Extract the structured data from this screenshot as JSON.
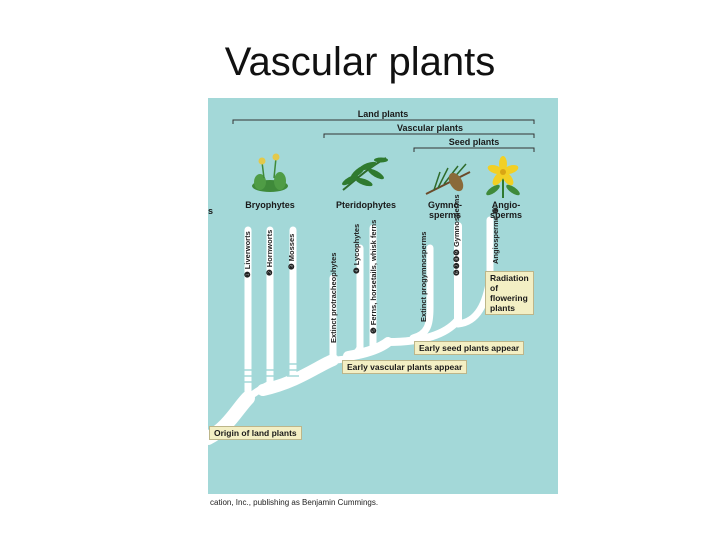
{
  "slide": {
    "title": "Vascular plants"
  },
  "groups": {
    "land": "Land plants",
    "vascular": "Vascular plants",
    "seed": "Seed plants"
  },
  "clades": {
    "left_cut": "s",
    "bryophytes": "Bryophytes",
    "pteridophytes": "Pteridophytes",
    "gymno_1": "Gymno-",
    "gymno_2": "sperms",
    "angio_1": "Angio-",
    "angio_2": "sperms"
  },
  "lineages": {
    "liverworts": "❶ Liverworts",
    "hornworts": "❷ Hornworts",
    "mosses": "❸ Mosses",
    "protracheophytes": "Extinct protracheophytes",
    "lycophytes": "❹ Lycophytes",
    "ferns": "❺ Ferns, horsetails, whisk ferns",
    "progymnosperms": "Extinct progymnosperms",
    "gymnosperms": "❻❼❽❾ Gymnosperms",
    "angiosperms": "Angiosperms ❿"
  },
  "events": {
    "radiation_1": "Radiation",
    "radiation_2": "of",
    "radiation_3": "flowering",
    "radiation_4": "plants",
    "early_seed": "Early seed plants appear",
    "early_vascular": "Early vascular plants appear",
    "origin": "Origin of land plants"
  },
  "credit": "cation, Inc., publishing as Benjamin Cummings.",
  "colors": {
    "background": "#a3d8d8",
    "branch": "#ffffff",
    "label_box": "#f3efc4",
    "plant_green": "#3f8a3a",
    "flower_yellow": "#f2d024"
  }
}
